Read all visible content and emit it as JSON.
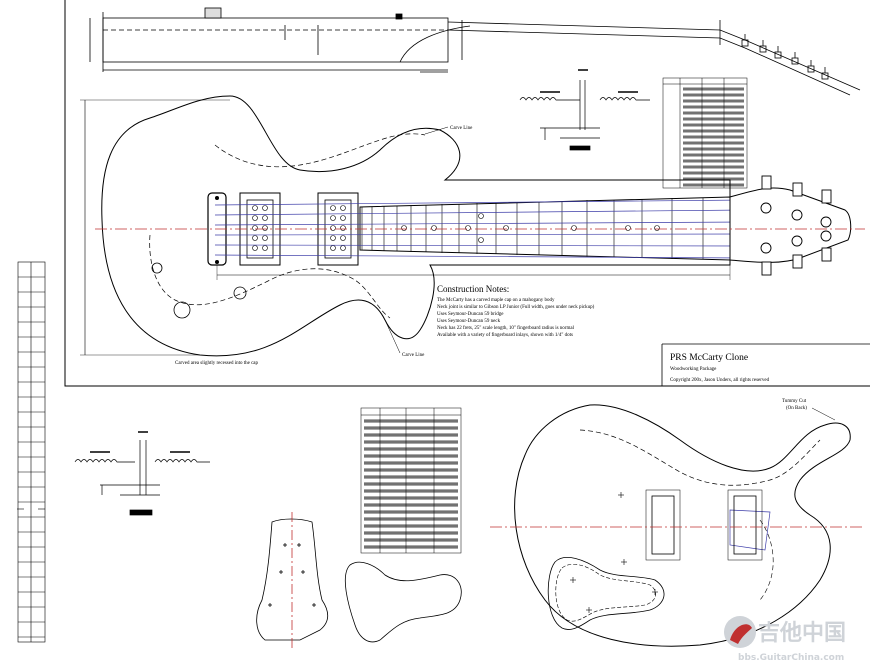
{
  "labels": {
    "carve_line_top": "Carve Line",
    "carve_line_bottom": "Carve Line",
    "carve_note": "Carved area slightly recessed into the cap",
    "tummy_cut": "Tummy Cut",
    "tummy_cut_sub": "(On Back)"
  },
  "notes": {
    "title": "Construction Notes:",
    "lines": [
      "The McCarty has a carved maple cap on a mahogany body",
      "Neck joint is similar to Gibson LP Junior (Full width, goes under neck pickup)",
      "Uses Seymour-Duncan 59 bridge",
      "Uses Seymour-Duncan 59 neck",
      "Neck has 22 frets, 25\" scale length, 10\" fingerboard radius is normal",
      "Available with a variety of fingerboard inlays, shown with 1/4\" dots"
    ]
  },
  "title_block": {
    "title": "PRS McCarty Clone",
    "subtitle": "Woodworking Package",
    "copyright": "Copyright 200x, Jason Unders, all rights reserved"
  },
  "watermark": {
    "cn": "吉他中国",
    "url": "bbs.GuitarChina.com"
  }
}
